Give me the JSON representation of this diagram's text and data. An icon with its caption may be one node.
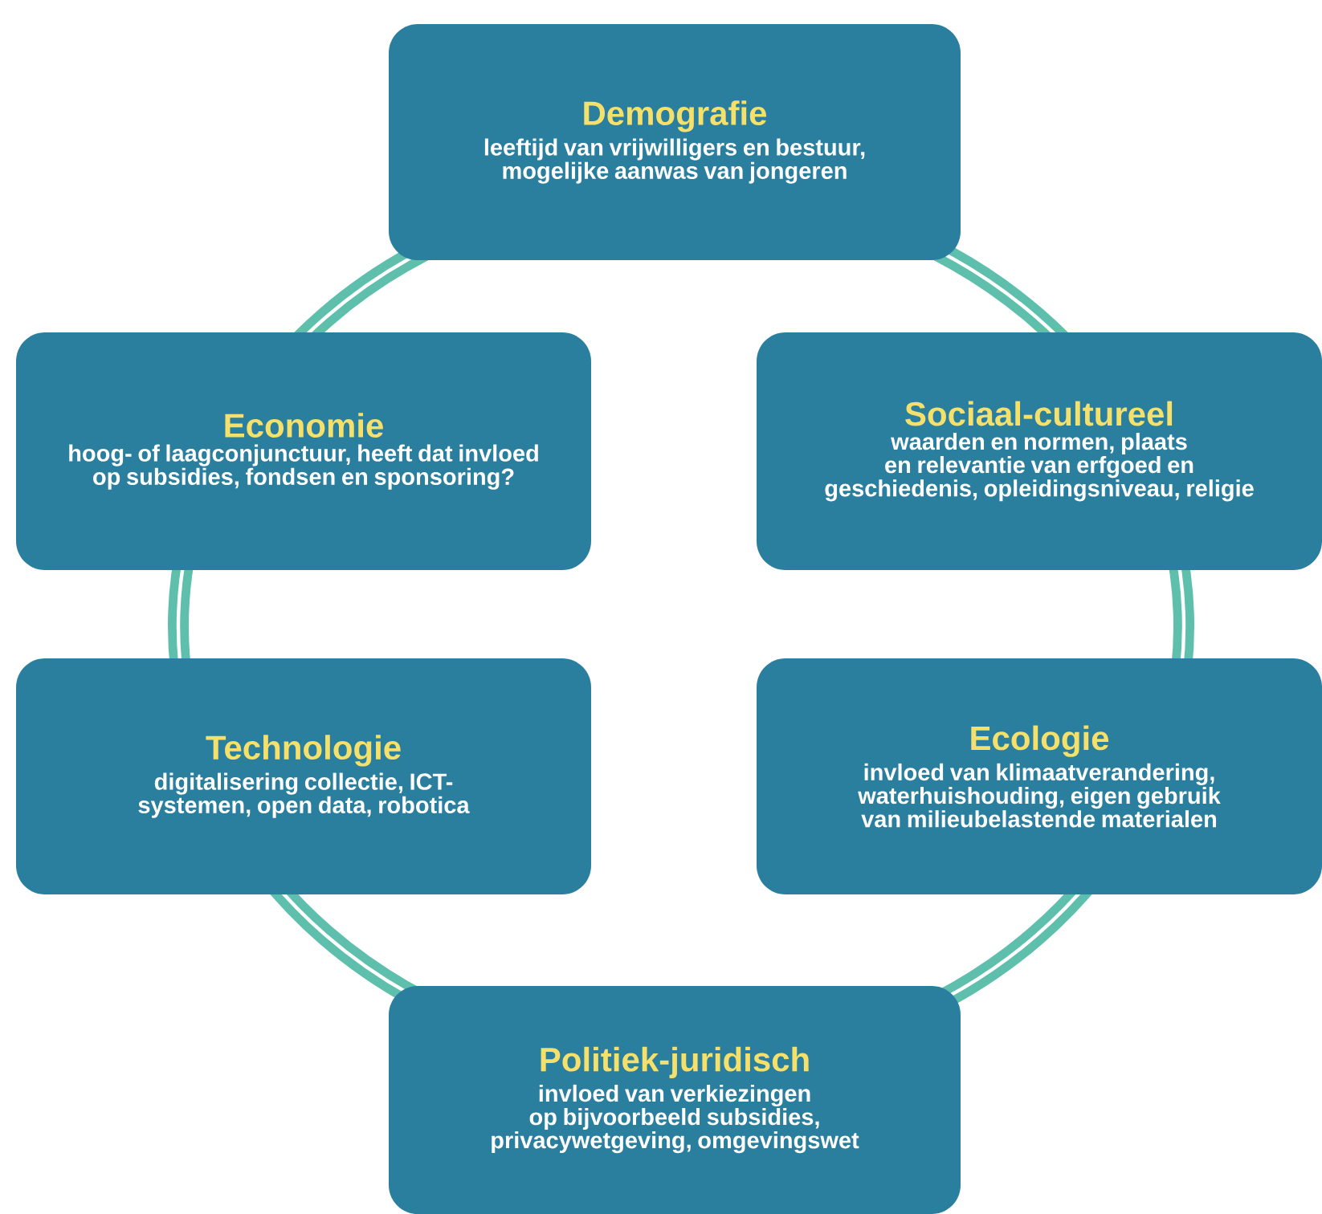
{
  "diagram": {
    "nodes": [
      {
        "text": [
          "Demografie",
          "leeftijd van vrijwilligers en bestuur, mogelijke aanwas van jongeren"
        ]
      },
      {
        "text": [
          "Economie",
          "hoog- of laagconjunctuur, heeft dat invloed op subsidies, fondsen en sponsoring?"
        ]
      },
      {
        "text": [
          "Sociaal-cultureel",
          "waarden en normen, plaats en relevantie van erfgoed en geschiedenis, opleidingsniveau, religie"
        ]
      },
      {
        "text": [
          "Technologie",
          "digitalisering collectie, ICT-systemen, open data, robotica"
        ]
      },
      {
        "text": [
          "Ecologie",
          "invloed van klimaatverandering, waterhuishouding, eigen gebruik van milieubelastende materialen"
        ]
      },
      {
        "text": [
          "Politiek-juridisch",
          "invloed van verkiezingen op bijvoorbeeld subsidies, privacywetgeving, omgevingswet"
        ]
      }
    ]
  }
}
